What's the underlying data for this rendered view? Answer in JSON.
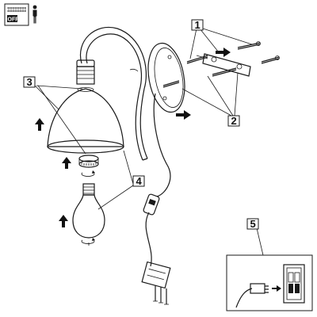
{
  "header": {
    "off_label": "OFF"
  },
  "labels": {
    "screws": "1",
    "bracket_screws": "2",
    "shade": "3",
    "bulb": "4",
    "plug_in": "5"
  },
  "icons": {
    "switch_off": "switch-off-icon",
    "person": "person-icon",
    "arrow": "arrow-icon",
    "rotate": "rotate-icon"
  },
  "colors": {
    "line": "#1a1a1a",
    "shade": "#f2f2f2",
    "background": "#ffffff"
  }
}
